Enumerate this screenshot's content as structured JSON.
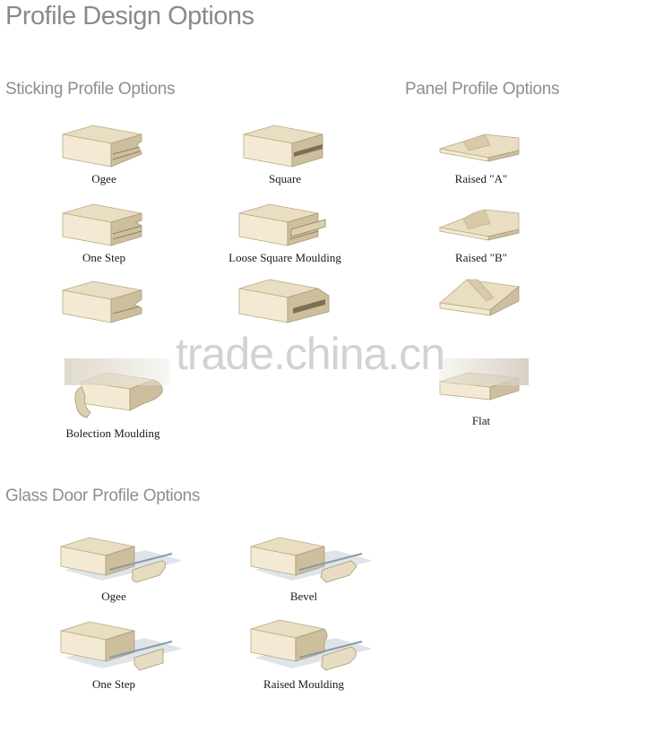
{
  "page": {
    "title": "Profile Design Options"
  },
  "sections": {
    "sticking": {
      "title": "Sticking Profile Options",
      "items": [
        "Ogee",
        "Square",
        "One Step",
        "Loose Square Moulding",
        "",
        "",
        "Bolection Moulding"
      ]
    },
    "panel": {
      "title": "Panel Profile Options",
      "items": [
        "Raised \"A\"",
        "Raised \"B\"",
        "",
        "Flat"
      ]
    },
    "glass": {
      "title": "Glass Door Profile Options",
      "items": [
        "Ogee",
        "Bevel",
        "One Step",
        "Raised Moulding"
      ]
    }
  },
  "watermark": "trade.china.cn",
  "colors": {
    "wood_top": "#e9ddc2",
    "wood_front": "#f4ead3",
    "wood_edge": "#cdbf9e",
    "glass": "#b9c4cc"
  }
}
